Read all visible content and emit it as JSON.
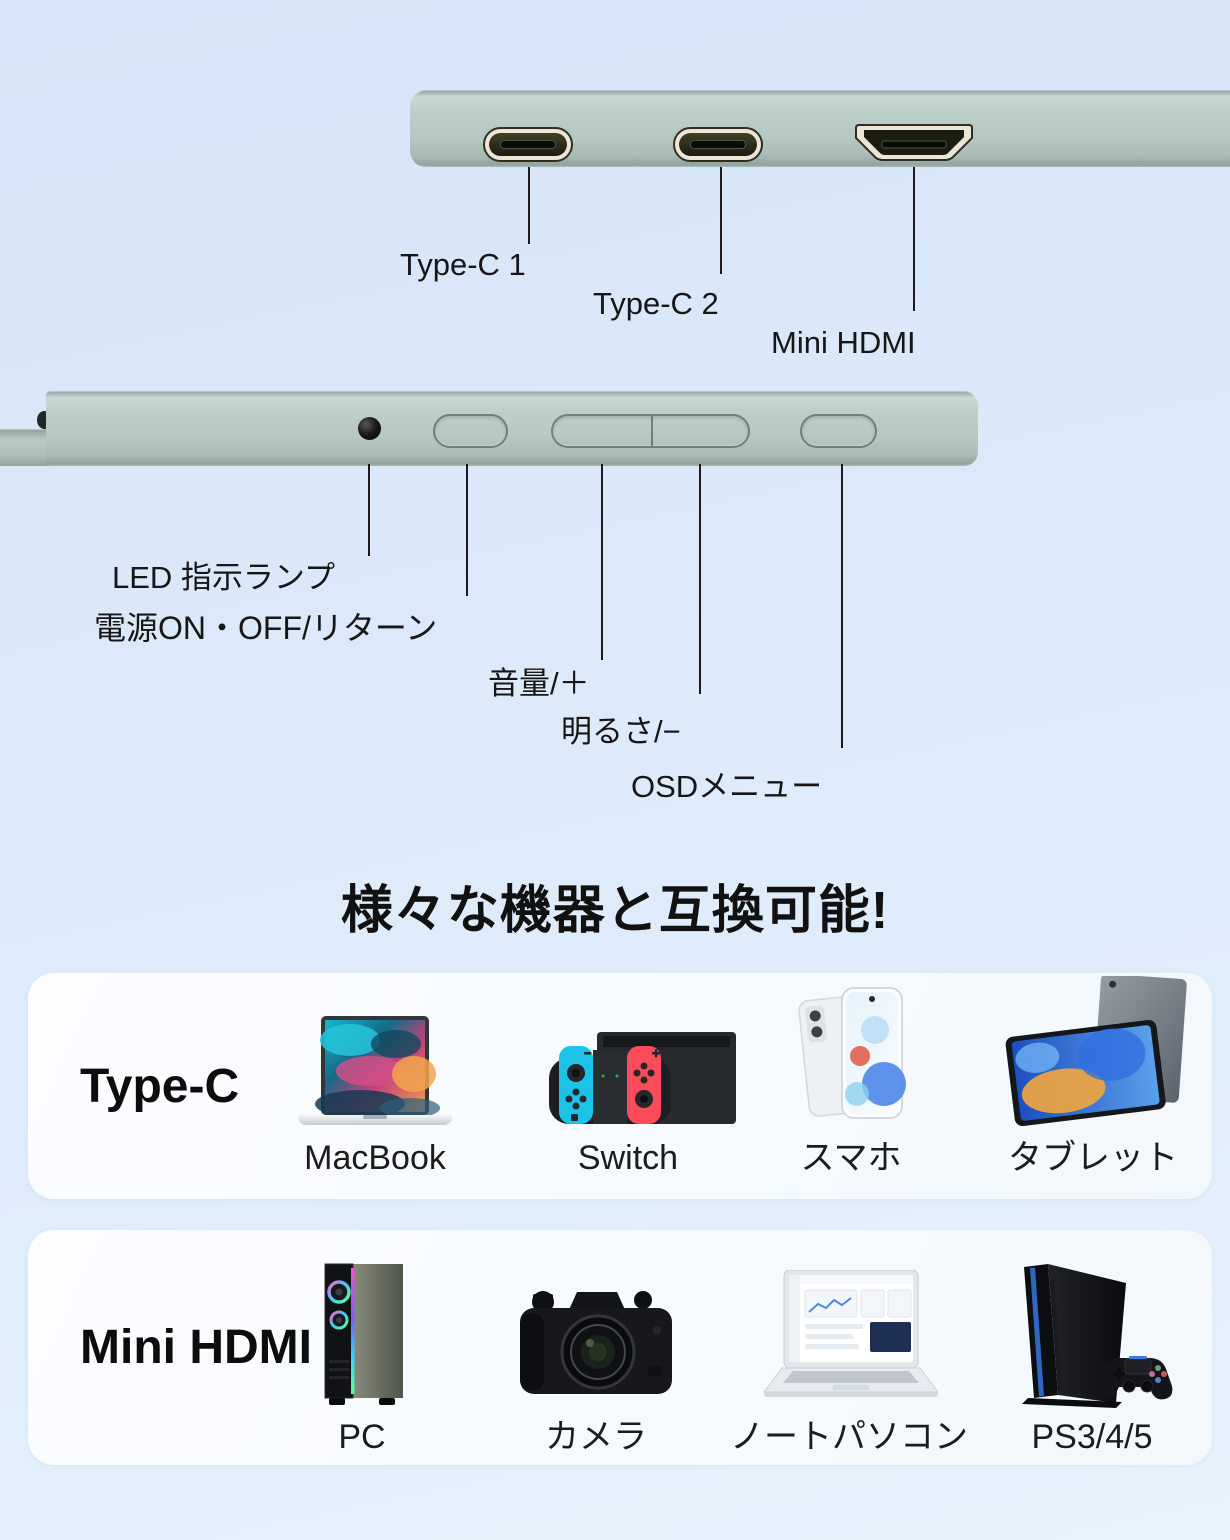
{
  "heading": "様々な機器と互換可能!",
  "top_edge": {
    "port_labels": [
      "Type-C 1",
      "Type-C 2",
      "Mini HDMI"
    ]
  },
  "side_edge": {
    "callouts": [
      "LED 指示ランプ",
      "電源ON・OFF/リターン",
      "音量/＋",
      "明るさ/−",
      "OSDメニュー"
    ]
  },
  "panels": [
    {
      "title": "Type-C",
      "items": [
        {
          "label": "MacBook"
        },
        {
          "label": "Switch"
        },
        {
          "label": "スマホ"
        },
        {
          "label": "タブレット"
        }
      ]
    },
    {
      "title": "Mini HDMI",
      "items": [
        {
          "label": "PC"
        },
        {
          "label": "カメラ"
        },
        {
          "label": "ノートパソコン"
        },
        {
          "label": "PS3/4/5"
        }
      ]
    }
  ],
  "colors": {
    "background_top": "#d8e7f8",
    "background_bottom": "#e7f2fd",
    "device_edge": "#b7c9c4",
    "port_bezel": "#eee6d4",
    "panel_background": "#f8fbfe",
    "text": "#161616"
  }
}
